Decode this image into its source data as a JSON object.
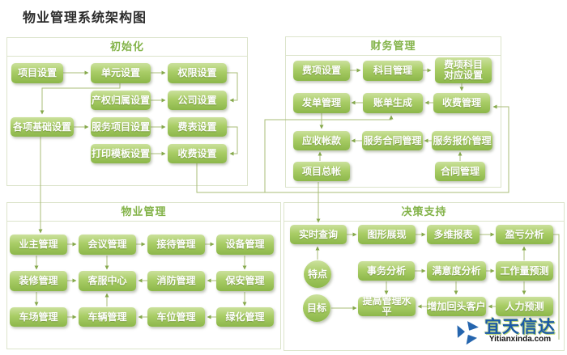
{
  "page_title": "物业管理系统架构图",
  "colors": {
    "node_gradient_top": "#cbe19d",
    "node_gradient_bottom": "#8cb74a",
    "node_text": "#ffffff",
    "section_border": "#dce4cb",
    "section_title_text": "#83b349",
    "connector_line": "#a9bd77",
    "arrowhead": "#86a94c",
    "title_text": "#2b2b2b",
    "watermark_blue": "#1c5aa6"
  },
  "sections": [
    {
      "id": "init",
      "title": "初始化",
      "nodes": [
        {
          "id": "project-setup",
          "label": "项目设置"
        },
        {
          "id": "unit-setup",
          "label": "单元设置"
        },
        {
          "id": "permission-setup",
          "label": "权限设置"
        },
        {
          "id": "ownership-setup",
          "label": "产权归属设置"
        },
        {
          "id": "company-setup",
          "label": "公司设置"
        },
        {
          "id": "basic-setup",
          "label": "各项基础设置"
        },
        {
          "id": "service-item-setup",
          "label": "服务项目设置"
        },
        {
          "id": "fee-table-setup",
          "label": "费表设置"
        },
        {
          "id": "print-template-setup",
          "label": "打印模板设置"
        },
        {
          "id": "charge-setup",
          "label": "收费设置"
        }
      ]
    },
    {
      "id": "finance",
      "title": "财务管理",
      "nodes": [
        {
          "id": "fee-item-setup",
          "label": "费项设置"
        },
        {
          "id": "subject-management",
          "label": "科目管理"
        },
        {
          "id": "fee-subject-mapping",
          "label": "费项科目\n对应设置"
        },
        {
          "id": "invoice-management",
          "label": "发单管理"
        },
        {
          "id": "bill-generation",
          "label": "账单生成"
        },
        {
          "id": "charge-management",
          "label": "收费管理"
        },
        {
          "id": "receivables",
          "label": "应收帐款"
        },
        {
          "id": "service-contract-management",
          "label": "服务合同管理"
        },
        {
          "id": "service-quote-management",
          "label": "服务报价管理"
        },
        {
          "id": "project-ledger",
          "label": "项目总帐"
        },
        {
          "id": "contract-management",
          "label": "合同管理"
        }
      ]
    },
    {
      "id": "property",
      "title": "物业管理",
      "nodes": [
        {
          "id": "owner-management",
          "label": "业主管理"
        },
        {
          "id": "meeting-management",
          "label": "会议管理"
        },
        {
          "id": "reception-management",
          "label": "接待管理"
        },
        {
          "id": "equipment-management",
          "label": "设备管理"
        },
        {
          "id": "decoration-management",
          "label": "装修管理"
        },
        {
          "id": "customer-service-center",
          "label": "客服中心"
        },
        {
          "id": "fire-management",
          "label": "消防管理"
        },
        {
          "id": "security-management",
          "label": "保安管理"
        },
        {
          "id": "parking-lot-management",
          "label": "车场管理"
        },
        {
          "id": "vehicle-management",
          "label": "车辆管理"
        },
        {
          "id": "parking-space-management",
          "label": "车位管理"
        },
        {
          "id": "greening-management",
          "label": "绿化管理"
        }
      ]
    },
    {
      "id": "decision",
      "title": "决策支持",
      "nodes": [
        {
          "id": "realtime-query",
          "label": "实时查询"
        },
        {
          "id": "graphic-display",
          "label": "图形展现"
        },
        {
          "id": "multidim-report",
          "label": "多维报表"
        },
        {
          "id": "profit-loss-analysis",
          "label": "盈亏分析"
        },
        {
          "id": "feature",
          "label": "特点"
        },
        {
          "id": "transaction-analysis",
          "label": "事务分析"
        },
        {
          "id": "satisfaction-analysis",
          "label": "满意度分析"
        },
        {
          "id": "workload-forecast",
          "label": "工作量预测"
        },
        {
          "id": "goal",
          "label": "目标"
        },
        {
          "id": "improve-management",
          "label": "提高管理水平"
        },
        {
          "id": "repeat-customers",
          "label": "增加回头客户"
        },
        {
          "id": "hr-forecast",
          "label": "人力预测"
        }
      ]
    }
  ],
  "watermark": {
    "brand": "宜天信达",
    "domain": "Yitianxinda.com"
  }
}
